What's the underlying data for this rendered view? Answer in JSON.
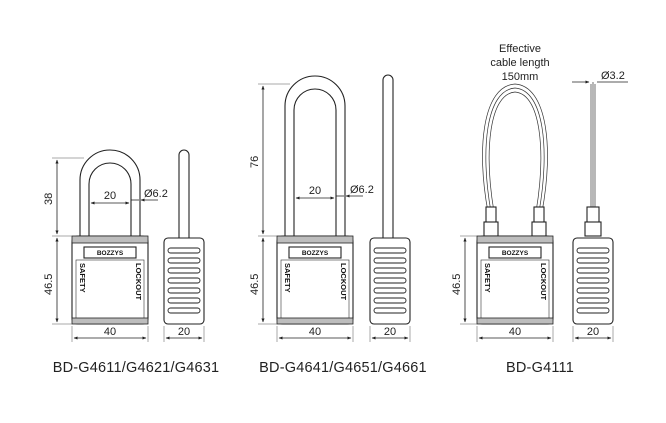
{
  "models": [
    {
      "caption": "BD-G4611/G4621/G4631",
      "dims": {
        "shackle_height": "38",
        "shackle_width": "20",
        "shackle_dia": "Ø6.2",
        "body_height": "46.5",
        "body_width": "40",
        "body_depth": "20"
      }
    },
    {
      "caption": "BD-G4641/G4651/G4661",
      "dims": {
        "shackle_height": "76",
        "shackle_width": "20",
        "shackle_dia": "Ø6.2",
        "body_height": "46.5",
        "body_width": "40",
        "body_depth": "20"
      }
    },
    {
      "caption": "BD-G4111",
      "note_lines": [
        "Effective",
        "cable length",
        "150mm"
      ],
      "dims": {
        "cable_dia": "Ø3.2",
        "body_height": "46.5",
        "body_width": "40",
        "body_depth": "20"
      }
    }
  ],
  "lock_labels": {
    "brand": "BOZZYS",
    "left": "SAFETY",
    "right": "LOCKOUT"
  }
}
